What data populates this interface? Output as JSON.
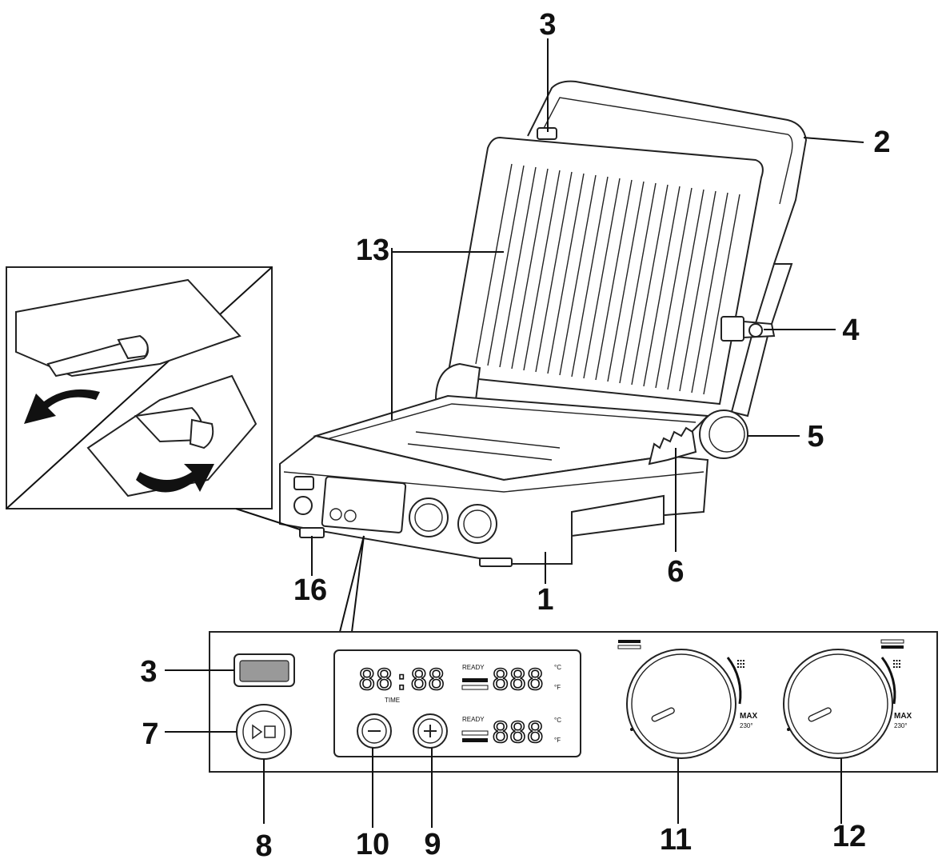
{
  "callouts": {
    "n1": "1",
    "n2": "2",
    "n3_top": "3",
    "n4": "4",
    "n5": "5",
    "n6": "6",
    "n13": "13",
    "n16": "16",
    "n3_panel": "3",
    "n7": "7",
    "n8": "8",
    "n9": "9",
    "n10": "10",
    "n11": "11",
    "n12": "12"
  },
  "panel": {
    "ready_top": "READY",
    "ready_bottom": "READY",
    "time_display": "88:88",
    "time_label": "TIME",
    "temp_top": "888",
    "temp_bottom": "888",
    "unit_c_top": "°C",
    "unit_f_top": "°F",
    "unit_c_bottom": "°C",
    "unit_f_bottom": "°F",
    "max_left": "MAX",
    "max_left_temp": "230°",
    "max_right": "MAX",
    "max_right_temp": "230°"
  },
  "colors": {
    "line": "#111111",
    "background": "#ffffff"
  }
}
